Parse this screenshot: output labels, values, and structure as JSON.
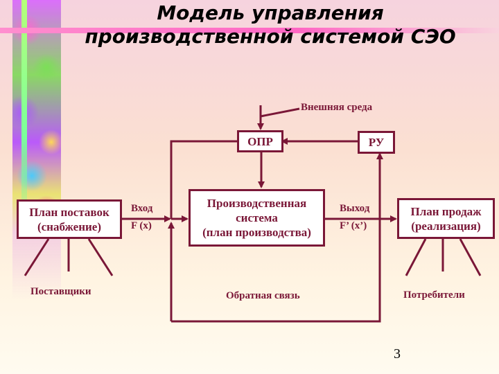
{
  "title": {
    "line1": "Модель управления",
    "line2": "производственной системой СЭО"
  },
  "nodes": {
    "supply_plan": {
      "line1": "План поставок",
      "line2": "(снабжение)"
    },
    "production": {
      "line1": "Производственная",
      "line2": "система",
      "line3": "(план производства)"
    },
    "sales_plan": {
      "line1": "План продаж",
      "line2": "(реализация)"
    },
    "opr": "ОПР",
    "ru": "РУ"
  },
  "labels": {
    "external": "Внешняя среда",
    "input": "Вход",
    "input_fn": "F (x)",
    "output": "Выход",
    "output_fn": "F’ (x’)",
    "suppliers": "Поставщики",
    "consumers": "Потребители",
    "feedback": "Обратная связь"
  },
  "colors": {
    "line": "#7a1737",
    "box_fill": "#ffffff"
  },
  "page_number": "3"
}
